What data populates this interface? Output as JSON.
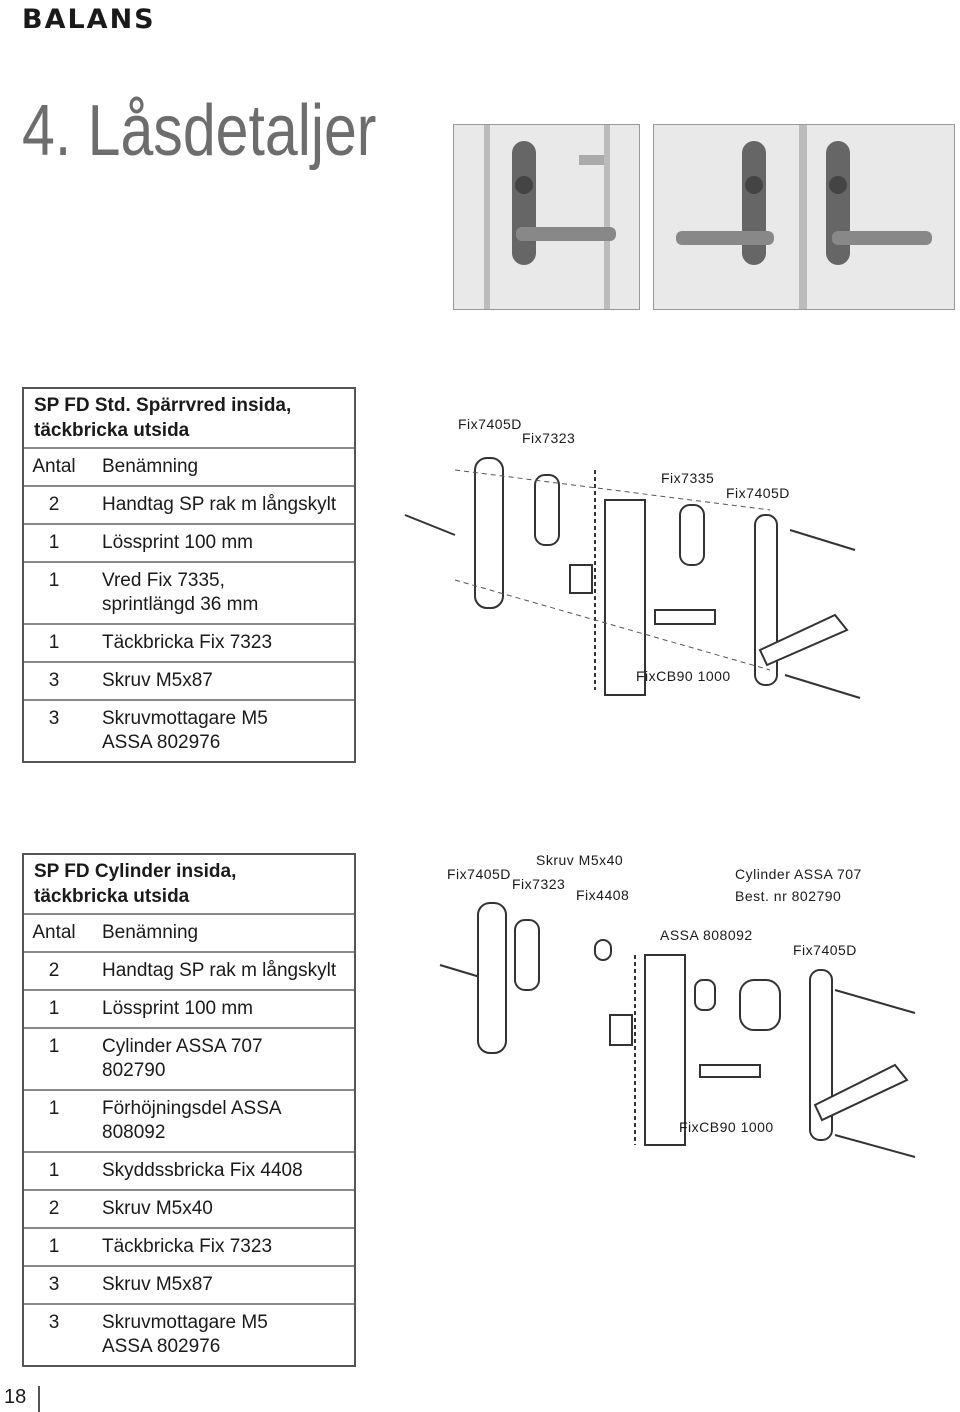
{
  "brand": "BALANS",
  "page_title": "4. Låsdetaljer",
  "page_number": "18",
  "table1": {
    "title_lines": [
      "SP FD Std. Spärrvred insida,",
      "täckbricka utsida"
    ],
    "header": {
      "qty": "Antal",
      "name": "Benämning"
    },
    "rows": [
      {
        "qty": "2",
        "name": [
          "Handtag SP rak m långskylt"
        ]
      },
      {
        "qty": "1",
        "name": [
          "Lössprint 100 mm"
        ]
      },
      {
        "qty": "1",
        "name": [
          "Vred Fix 7335,",
          "sprintlängd 36 mm"
        ]
      },
      {
        "qty": "1",
        "name": [
          "Täckbricka Fix 7323"
        ]
      },
      {
        "qty": "3",
        "name": [
          "Skruv M5x87"
        ]
      },
      {
        "qty": "3",
        "name": [
          "Skruvmottagare M5",
          "ASSA 802976"
        ]
      }
    ]
  },
  "table2": {
    "title_lines": [
      "SP FD Cylinder insida,",
      "täckbricka utsida"
    ],
    "header": {
      "qty": "Antal",
      "name": "Benämning"
    },
    "rows": [
      {
        "qty": "2",
        "name": [
          "Handtag SP rak m långskylt"
        ]
      },
      {
        "qty": "1",
        "name": [
          "Lössprint 100 mm"
        ]
      },
      {
        "qty": "1",
        "name": [
          "Cylinder ASSA 707",
          "802790"
        ]
      },
      {
        "qty": "1",
        "name": [
          "Förhöjningsdel ASSA 808092"
        ]
      },
      {
        "qty": "1",
        "name": [
          "Skyddssbricka Fix 4408"
        ]
      },
      {
        "qty": "2",
        "name": [
          "Skruv M5x40"
        ]
      },
      {
        "qty": "1",
        "name": [
          "Täckbricka Fix 7323"
        ]
      },
      {
        "qty": "3",
        "name": [
          "Skruv M5x87"
        ]
      },
      {
        "qty": "3",
        "name": [
          "Skruvmottagare M5",
          "ASSA 802976"
        ]
      }
    ]
  },
  "diagram1_labels": {
    "a": "Fix7405D",
    "b": "Fix7323",
    "c": "Fix7335",
    "d": "Fix7405D",
    "e": "FixCB90 1000"
  },
  "diagram2_labels": {
    "a": "Fix7405D",
    "b": "Skruv M5x40",
    "c": "Fix7323",
    "d": "Fix4408",
    "e": "Cylinder ASSA 707",
    "f": "Best. nr 802790",
    "g": "ASSA 808092",
    "h": "Fix7405D",
    "i": "FixCB90 1000"
  }
}
